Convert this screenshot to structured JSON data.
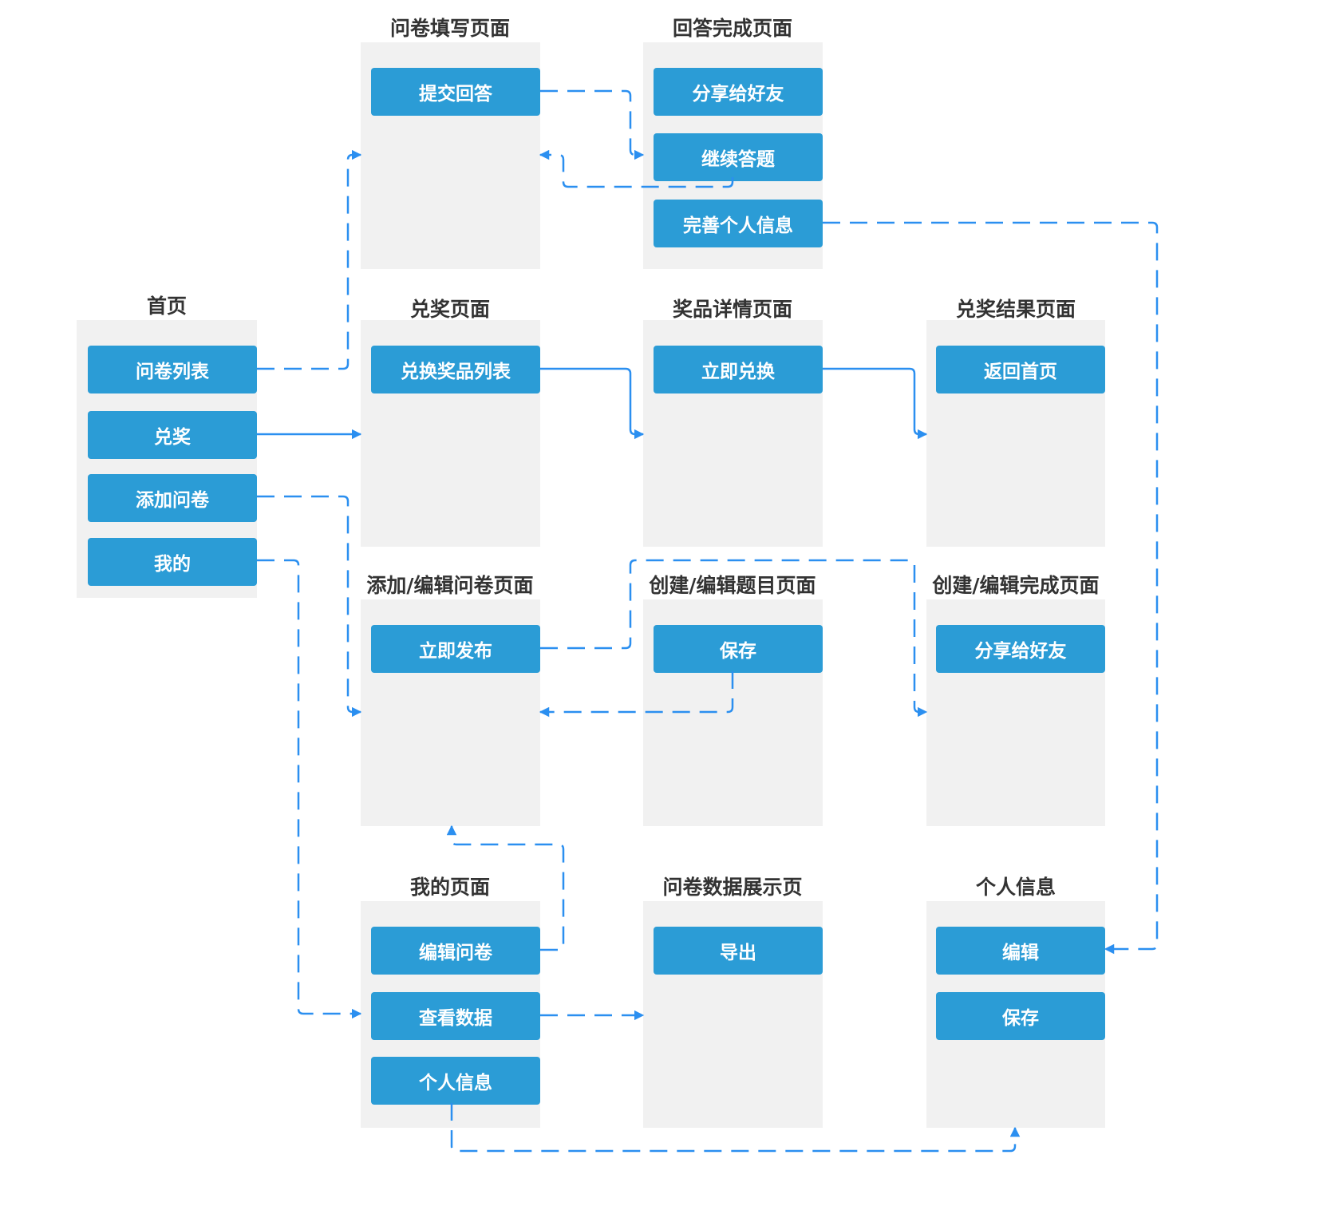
{
  "colors": {
    "button": "#2b9cd6",
    "panel": "#f1f1f1",
    "connector": "#2b8ff0",
    "title": "#333333"
  },
  "pages": {
    "home": {
      "title": "首页",
      "buttons": [
        "问卷列表",
        "兑奖",
        "添加问卷",
        "我的"
      ]
    },
    "survey_fill": {
      "title": "问卷填写页面",
      "buttons": [
        "提交回答"
      ]
    },
    "answer_done": {
      "title": "回答完成页面",
      "buttons": [
        "分享给好友",
        "继续答题",
        "完善个人信息"
      ]
    },
    "redeem": {
      "title": "兑奖页面",
      "buttons": [
        "兑换奖品列表"
      ]
    },
    "prize_detail": {
      "title": "奖品详情页面",
      "buttons": [
        "立即兑换"
      ]
    },
    "redeem_result": {
      "title": "兑奖结果页面",
      "buttons": [
        "返回首页"
      ]
    },
    "survey_edit": {
      "title": "添加/编辑问卷页面",
      "buttons": [
        "立即发布"
      ]
    },
    "question_edit": {
      "title": "创建/编辑题目页面",
      "buttons": [
        "保存"
      ]
    },
    "edit_done": {
      "title": "创建/编辑完成页面",
      "buttons": [
        "分享给好友"
      ]
    },
    "mine": {
      "title": "我的页面",
      "buttons": [
        "编辑问卷",
        "查看数据",
        "个人信息"
      ]
    },
    "survey_data": {
      "title": "问卷数据展示页",
      "buttons": [
        "导出"
      ]
    },
    "profile": {
      "title": "个人信息",
      "buttons": [
        "编辑",
        "保存"
      ]
    }
  },
  "links": [
    {
      "from": "问卷列表",
      "to": "问卷填写页面",
      "style": "dashed"
    },
    {
      "from": "兑奖",
      "to": "兑奖页面",
      "style": "solid"
    },
    {
      "from": "添加问卷",
      "to": "添加/编辑问卷页面",
      "style": "dashed"
    },
    {
      "from": "我的",
      "to": "我的页面",
      "style": "dashed"
    },
    {
      "from": "提交回答",
      "to": "回答完成页面",
      "style": "dashed"
    },
    {
      "from": "继续答题",
      "to": "问卷填写页面",
      "style": "dashed"
    },
    {
      "from": "完善个人信息",
      "to": "个人信息",
      "style": "dashed"
    },
    {
      "from": "兑换奖品列表",
      "to": "奖品详情页面",
      "style": "solid"
    },
    {
      "from": "立即兑换",
      "to": "兑奖结果页面",
      "style": "solid"
    },
    {
      "from": "立即发布",
      "to": "创建/编辑完成页面",
      "style": "dashed"
    },
    {
      "from": "保存",
      "to": "添加/编辑问卷页面",
      "style": "dashed"
    },
    {
      "from": "编辑问卷",
      "to": "添加/编辑问卷页面",
      "style": "dashed"
    },
    {
      "from": "查看数据",
      "to": "问卷数据展示页",
      "style": "dashed"
    },
    {
      "from": "个人信息",
      "to": "个人信息",
      "style": "dashed"
    }
  ]
}
